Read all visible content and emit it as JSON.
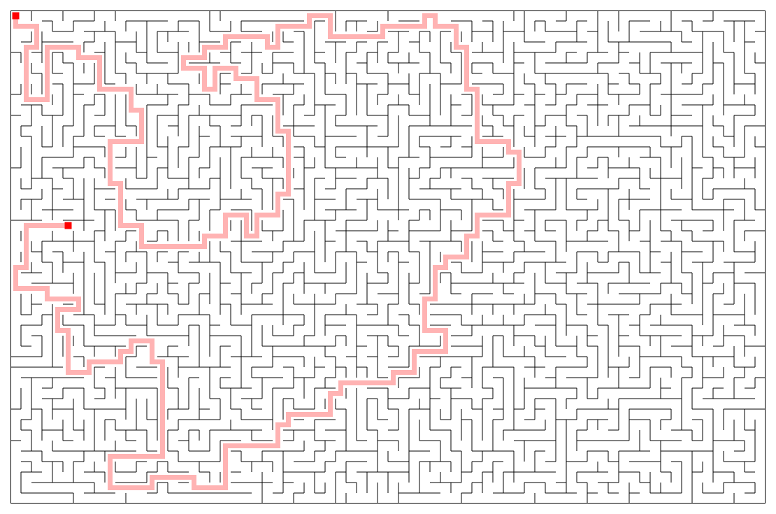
{
  "maze": {
    "cols": 72,
    "rows": 47,
    "seed": 20240611,
    "wall_color": "#000000",
    "border_color": "#000000",
    "path_color": "#ffb3b3",
    "marker_color": "#ff0000",
    "background_color": "#ffffff"
  },
  "solution": {
    "start_label": "",
    "end_label": ""
  }
}
